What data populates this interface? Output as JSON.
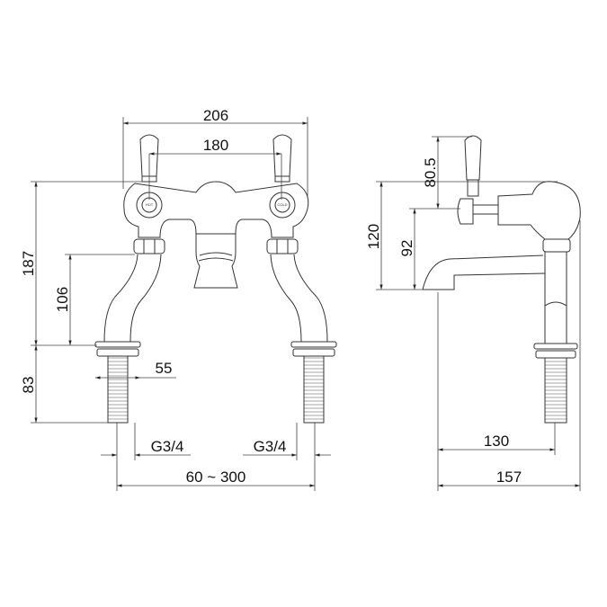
{
  "front_view": {
    "dimensions": {
      "overall_width": "206",
      "handle_centres": "180",
      "overall_height": "187",
      "spout_height": "106",
      "shank_length": "83",
      "flange_diameter": "55",
      "left_thread": "G3/4",
      "right_thread": "G3/4",
      "centres_range": "60 ~ 300"
    },
    "handle_badges": [
      "HOT",
      "COLD"
    ]
  },
  "side_view": {
    "dimensions": {
      "lever_height": "80.5",
      "body_height": "120",
      "spout_clearance": "92",
      "spout_reach": "130",
      "overall_depth": "157"
    }
  },
  "colors": {
    "line": "#333333",
    "background": "#ffffff"
  }
}
